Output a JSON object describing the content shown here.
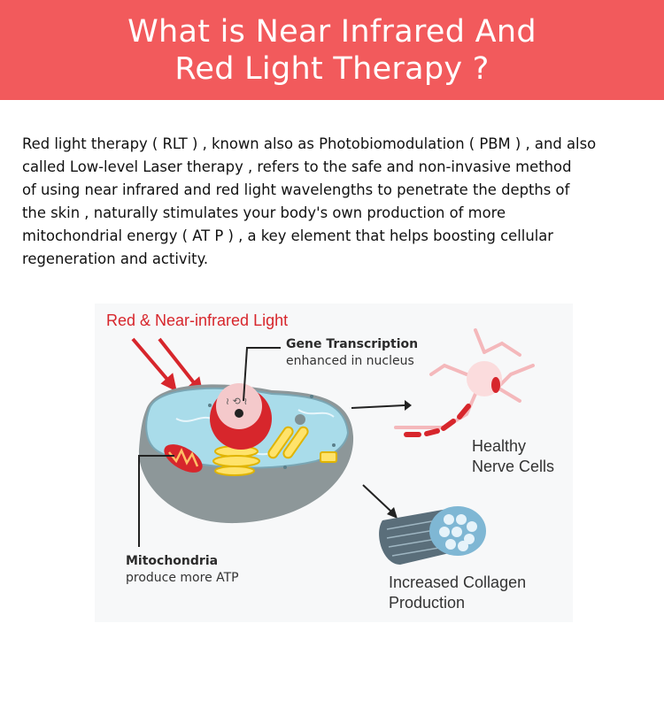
{
  "header": {
    "title_line1": "What is Near Infrared And",
    "title_line2": "Red Light Therapy ?",
    "background_color": "#f25a5c"
  },
  "intro": {
    "lines": [
      "Red light therapy ( RLT ) , known also as Photobiomodulation ( PBM ) , and also",
      "called Low-level Laser therapy , refers to the safe and non-invasive method",
      "of using near infrared and red light wavelengths to penetrate the depths of",
      "the skin , naturally stimulates your body's own production of more",
      "mitochondrial energy ( AT P ) , a key element that helps boosting cellular",
      "regeneration and activity."
    ]
  },
  "diagram": {
    "light_label": "Red & Near-infrared Light",
    "gene_title": "Gene Transcription",
    "gene_sub": "enhanced in nucleus",
    "nerve_line1": "Healthy",
    "nerve_line2": "Nerve Cells",
    "mito_title": "Mitochondria",
    "mito_sub": "produce more ATP",
    "collagen_line1": "Increased Collagen",
    "collagen_line2": "Production",
    "icons": [
      "light-ray-arrows-icon",
      "cell-icon",
      "nucleus-icon",
      "mitochondria-icon",
      "nerve-cell-icon",
      "collagen-fiber-icon"
    ],
    "colors": {
      "red": "#d7262c",
      "cell_fill": "#a9dcea",
      "cell_outer": "#8d9799"
    }
  }
}
